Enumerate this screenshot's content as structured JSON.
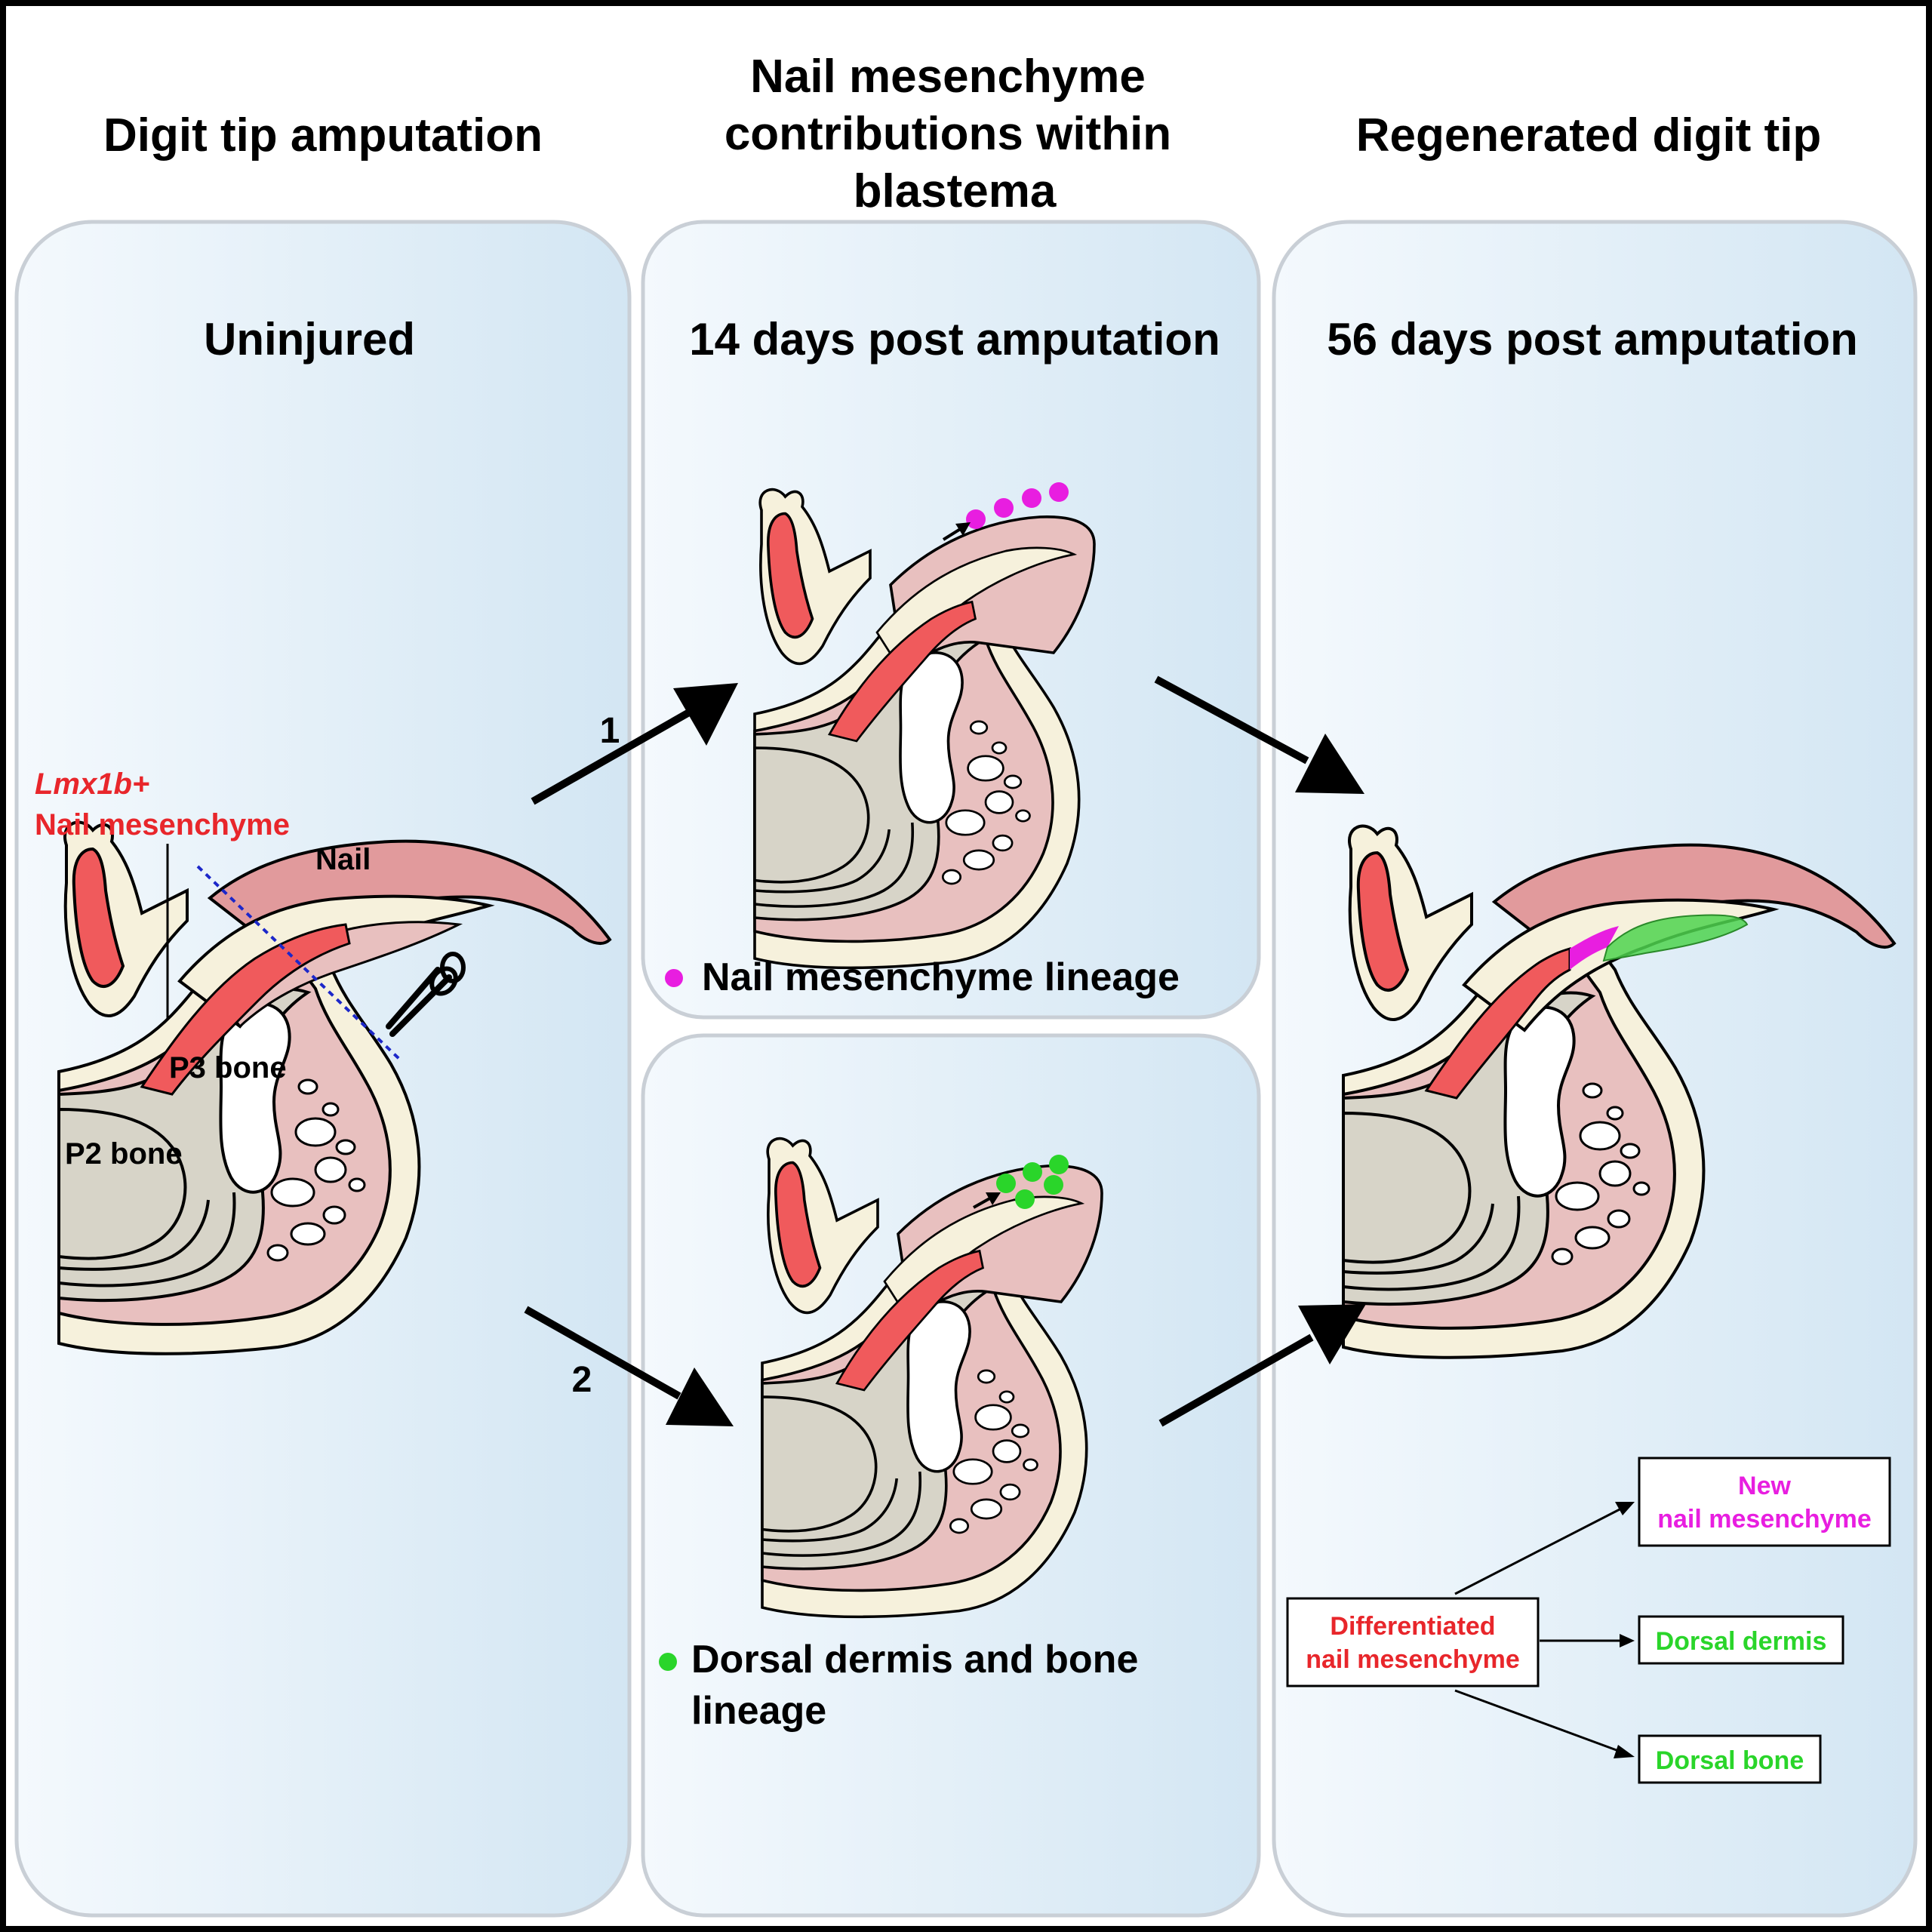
{
  "columns": {
    "left_title": "Digit tip amputation",
    "middle_title_lines": [
      "Nail mesenchyme",
      "contributions within",
      "blastema"
    ],
    "right_title": "Regenerated digit tip"
  },
  "panels": {
    "uninjured": "Uninjured",
    "dpa14": "14 days post amputation",
    "dpa56": "56 days post amputation"
  },
  "labels": {
    "lmx1b": "Lmx1b+",
    "nail_mesenchyme": "Nail mesenchyme",
    "nail": "Nail",
    "p3_bone": "P3 bone",
    "p2_bone": "P2 bone",
    "path1": "1",
    "path2": "2"
  },
  "legend": {
    "nail_lineage": "Nail mesenchyme lineage",
    "dermis_lineage_lines": [
      "Dorsal dermis and bone",
      "lineage"
    ]
  },
  "fate_boxes": {
    "new_nail_lines": [
      "New",
      "nail mesenchyme"
    ],
    "differentiated_lines": [
      "Differentiated",
      "nail mesenchyme"
    ],
    "dorsal_dermis": "Dorsal dermis",
    "dorsal_bone": "Dorsal bone"
  },
  "colors": {
    "red": "#e8262b",
    "magenta": "#e81ee0",
    "green": "#2ad52a",
    "nail_pink": "#e19a9c",
    "red_tissue": "#f05a5c",
    "cream": "#f6f1dc",
    "bone": "#d7d4c8",
    "dermis": "#e8c0bf",
    "panel_bg": "#d6e8f4",
    "dashed_line": "#1c27c9"
  }
}
